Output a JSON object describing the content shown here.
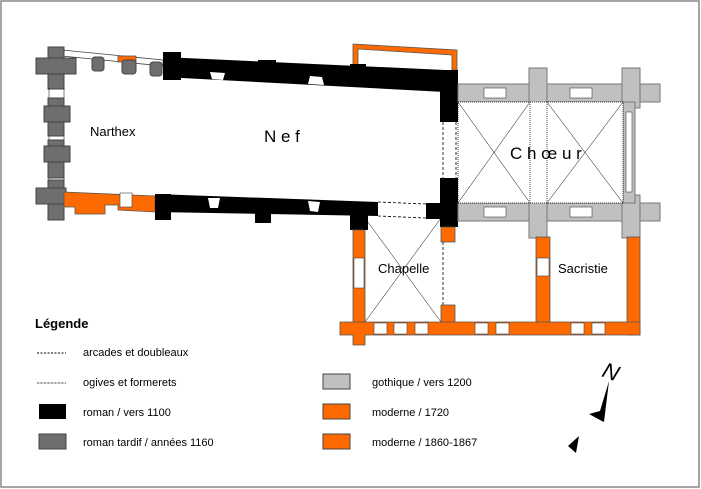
{
  "rooms": {
    "narthex": "Narthex",
    "nef": "N e f",
    "choeur": "C h œ u r",
    "chapelle": "Chapelle",
    "sacristie": "Sacristie"
  },
  "legend": {
    "title": "Légende",
    "items": [
      {
        "label": "arcades et doubleaux",
        "swatch": "dashed-line"
      },
      {
        "label": "ogives et formerets",
        "swatch": "dotted-line"
      },
      {
        "label": "roman / vers 1100",
        "color": "#000000"
      },
      {
        "label": "roman tardif / années 1160",
        "color": "#6e6e6e"
      },
      {
        "label": "gothique / vers 1200",
        "color": "#c0c0c0"
      },
      {
        "label": "moderne / 1720",
        "color": "#ff6a00"
      },
      {
        "label": "moderne / 1860-1867",
        "color": "#ff6a00"
      }
    ]
  },
  "compass": {
    "north_label": "N",
    "icon": "north-arrow-icon"
  }
}
